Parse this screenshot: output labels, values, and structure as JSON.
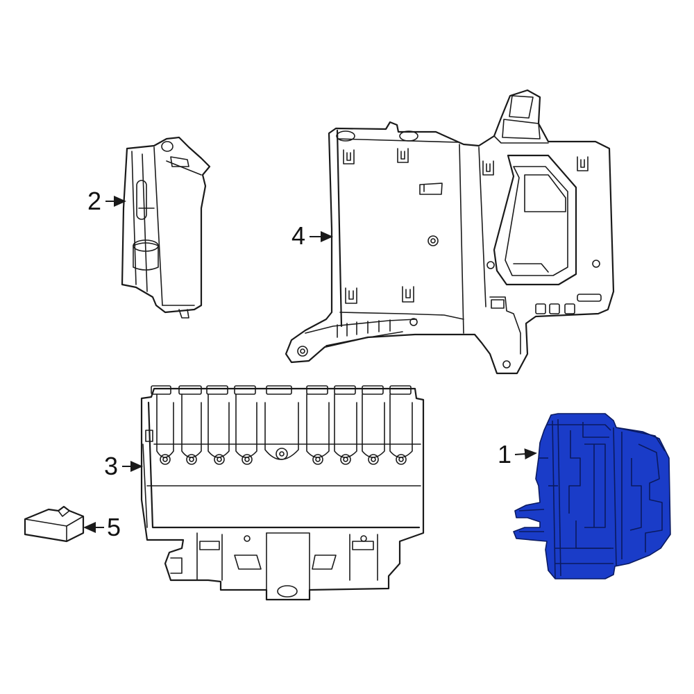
{
  "colors": {
    "highlight": "#1a3cc8",
    "line": "#1a1a1a",
    "background": "#ffffff"
  },
  "callouts": [
    {
      "id": "1",
      "label": "1"
    },
    {
      "id": "2",
      "label": "2"
    },
    {
      "id": "3",
      "label": "3"
    },
    {
      "id": "4",
      "label": "4"
    },
    {
      "id": "5",
      "label": "5"
    }
  ]
}
